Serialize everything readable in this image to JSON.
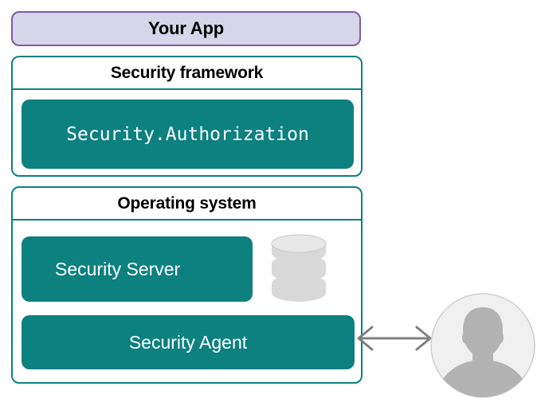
{
  "diagram": {
    "title": "Security architecture stack",
    "colors": {
      "teal": "#0d8080",
      "app_fill": "#d7d5e9",
      "app_border": "#7d5ba6",
      "arrow_gray": "#808080",
      "avatar_circle": "#f0f0f0",
      "avatar_silhouette": "#b3b3b3",
      "database_gray": "#d9d9d9",
      "text_dark": "#000000",
      "text_light": "#ffffff"
    },
    "app_layer": {
      "label": "Your App"
    },
    "framework_layer": {
      "title": "Security framework",
      "components": [
        {
          "label": "Security.Authorization",
          "style": "monospace"
        }
      ]
    },
    "os_layer": {
      "title": "Operating system",
      "components": [
        {
          "label": "Security Server",
          "style": "sans"
        },
        {
          "label": "Security Agent",
          "style": "sans"
        }
      ],
      "database_icon": "database-cylinder-icon"
    },
    "connection": {
      "arrow_icon": "bidirectional-arrow-icon",
      "endpoint_icon": "user-avatar-icon"
    }
  }
}
